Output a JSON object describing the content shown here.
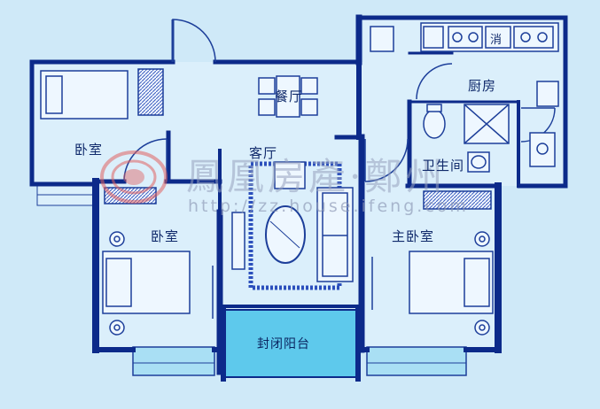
{
  "rooms": {
    "bedroom_top_left": "卧室",
    "bedroom_middle_left": "卧室",
    "dining": "餐厅",
    "living": "客厅",
    "kitchen": "厨房",
    "bathroom": "卫生间",
    "master_bedroom": "主卧室",
    "balcony": "封闭阳台"
  },
  "fixtures": {
    "disinfection_cabinet": "消"
  },
  "watermark": {
    "title": "鳳凰房產·鄭州",
    "url": "http://zz.house.ifeng.com"
  },
  "colors": {
    "wall": "#0c2a8a",
    "background": "#cfe9f8",
    "floor": "#dbeffb",
    "balcony_fill": "#5ec9ec",
    "window_fill": "#a9dff4",
    "line": "#1d3f9a",
    "logo_red": "#e06060"
  }
}
